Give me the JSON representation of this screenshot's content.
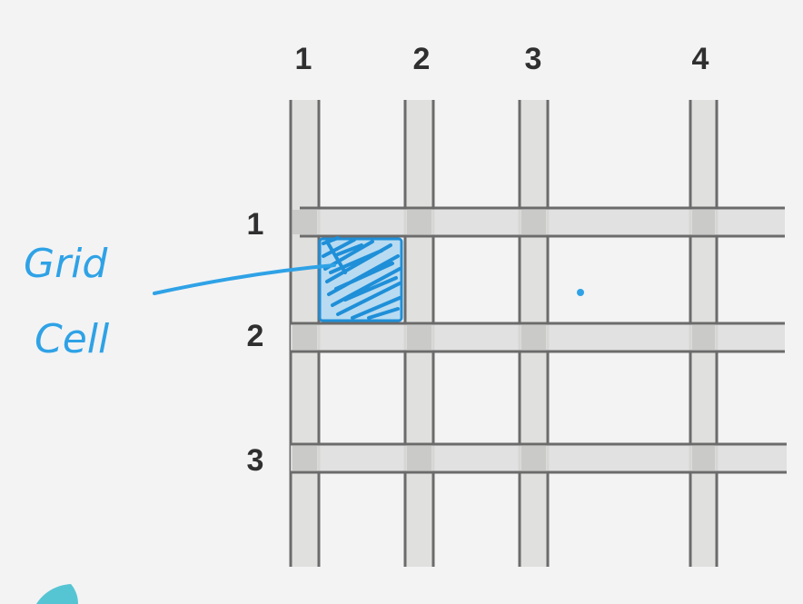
{
  "diagram": {
    "column_line_numbers": [
      "1",
      "2",
      "3",
      "4"
    ],
    "row_line_numbers": [
      "1",
      "2",
      "3"
    ],
    "annotation": {
      "line1": "Grid",
      "line2": "Cell"
    },
    "colors": {
      "background": "#f3f3f4",
      "track_fill": "#e0e0de",
      "track_edge": "#6b6b6b",
      "intersection": "#c8c8c6",
      "annotation": "#2fa2e6",
      "number_text": "#2f2f30"
    }
  }
}
